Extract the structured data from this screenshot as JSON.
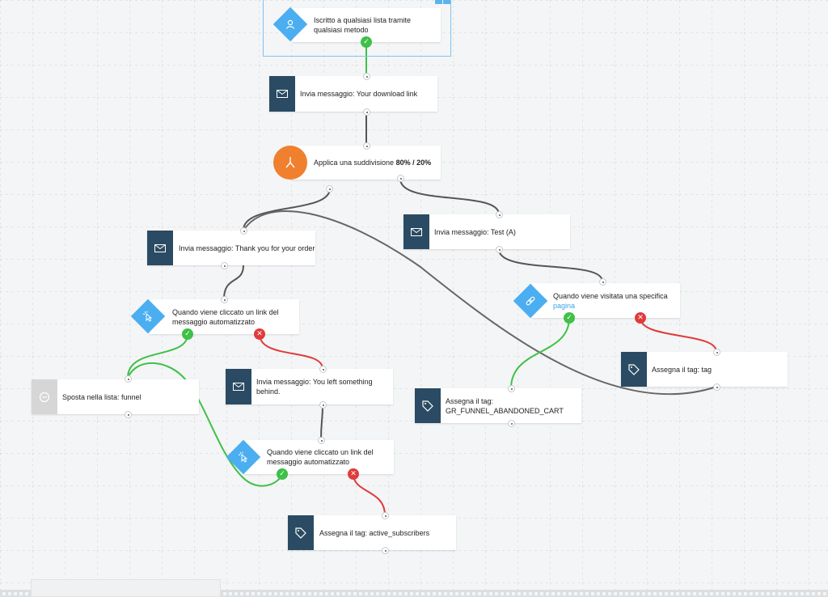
{
  "colors": {
    "canvas": "#f4f5f6",
    "action": "#2a4b63",
    "condition": "#4aaef0",
    "split": "#f07f2e",
    "yes": "#3fc048",
    "no": "#e03b3b",
    "connector": "#555555",
    "link": "#3aa4e6"
  },
  "nodes": {
    "trigger": {
      "label1": "Iscritto a qualsiasi lista tramite",
      "label2": "qualsiasi metodo",
      "icon": "person-icon"
    },
    "send1": {
      "label": "Invia messaggio: Your download link",
      "icon": "envelope-icon"
    },
    "split": {
      "prefix": "Applica una suddivisione ",
      "ratio": "80% / 20%",
      "icon": "split-icon"
    },
    "send_thanks": {
      "label": "Invia messaggio: Thank you for your order",
      "icon": "envelope-icon"
    },
    "send_test": {
      "label": "Invia messaggio: Test (A)",
      "icon": "envelope-icon"
    },
    "click1": {
      "label1": "Quando viene cliccato un link del",
      "label2": "messaggio automatizzato",
      "icon": "cursor-click-icon"
    },
    "visit": {
      "label1": "Quando viene visitata una specifica",
      "label2": "pagina",
      "icon": "link-icon"
    },
    "tag_tag": {
      "label": "Assegna il tag: tag",
      "icon": "tag-icon"
    },
    "move": {
      "label": "Sposta nella lista: funnel",
      "icon": "minus-circle-icon"
    },
    "send_left": {
      "label1": "Invia messaggio: You left something",
      "label2": "behind.",
      "icon": "envelope-icon"
    },
    "tag_funnel": {
      "label1": "Assegna il tag:",
      "label2": "GR_FUNNEL_ABANDONED_CART",
      "icon": "tag-icon"
    },
    "click2": {
      "label1": "Quando viene cliccato un link del",
      "label2": "messaggio automatizzato",
      "icon": "cursor-click-icon"
    },
    "tag_active": {
      "label": "Assegna il tag: active_subscribers",
      "icon": "tag-icon"
    }
  },
  "badges": {
    "yes": "✓",
    "no": "✕"
  }
}
